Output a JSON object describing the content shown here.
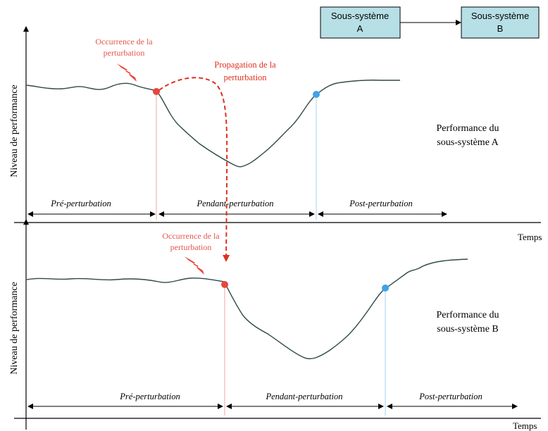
{
  "subsystem_flow": {
    "box_a_line1": "Sous-système",
    "box_a_line2": "A",
    "box_b_line1": "Sous-système",
    "box_b_line2": "B"
  },
  "panel_a": {
    "ylabel": "Niveau de performance",
    "xlabel": "Temps",
    "event_line1": "Occurrence de la",
    "event_line2": "perturbation",
    "propagation_line1": "Propagation de la",
    "propagation_line2": "perturbation",
    "caption_line1": "Performance du",
    "caption_line2": "sous-système A",
    "phase_pre": "Pré-perturbation",
    "phase_during": "Pendant-perturbation",
    "phase_post": "Post-perturbation"
  },
  "panel_b": {
    "ylabel": "Niveau de performance",
    "xlabel": "Temps",
    "event_line1": "Occurrence de la",
    "event_line2": "perturbation",
    "caption_line1": "Performance du",
    "caption_line2": "sous-système B",
    "phase_pre": "Pré-perturbation",
    "phase_during": "Pendant-perturbation",
    "phase_post": "Post-perturbation"
  },
  "colors": {
    "curve": "#2f4a48",
    "disruption_point": "#e8463c",
    "recovery_point": "#3ea3e8",
    "event_text": "#e5574f",
    "propagation": "#e0301e",
    "box_fill": "#b7dfe6",
    "axis": "#000000"
  }
}
